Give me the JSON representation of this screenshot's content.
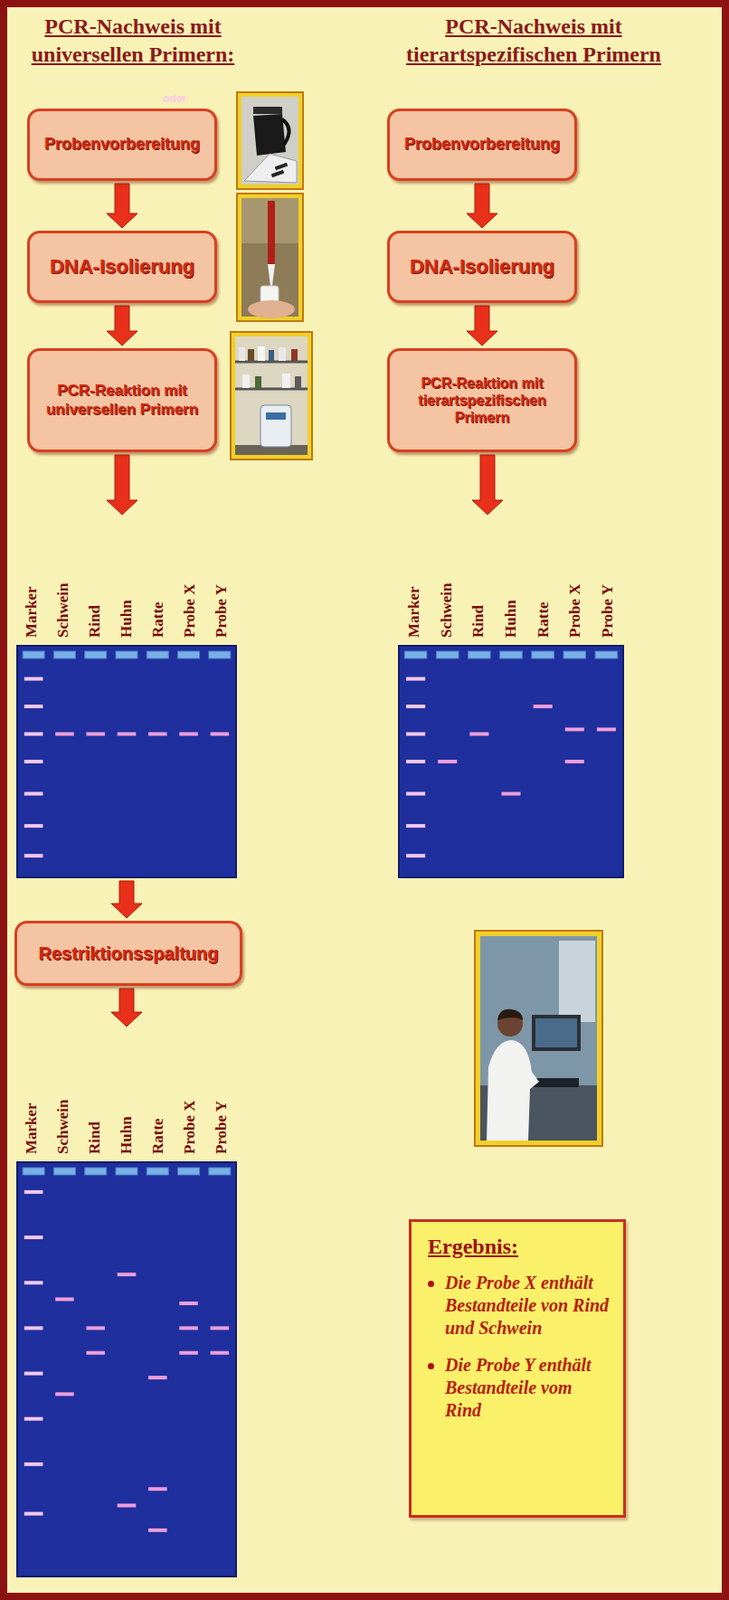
{
  "diagram": {
    "nodes": [
      {
        "text": [
          "Probenvorbereitung"
        ]
      },
      {
        "text": [
          "Probenvorbereitung"
        ]
      },
      {
        "text": [
          "DNA-Isolierung"
        ]
      },
      {
        "text": [
          "DNA-Isolierung"
        ]
      },
      {
        "text": [
          "PCR-Reaktion mit universellen Primern"
        ]
      },
      {
        "text": [
          "PCR-Reaktion mit tierartspezifischen Primern"
        ]
      },
      {
        "text": [
          "Marker",
          "Schwein",
          "Rind",
          "Huhn",
          "Ratte",
          "Probe X",
          "Probe Y"
        ]
      },
      {
        "text": [
          "Marker",
          "Schwein",
          "Rind",
          "Huhn",
          "Ratte",
          "Probe X",
          "Probe Y"
        ]
      },
      {
        "text": [
          "Restriktionsspaltung"
        ]
      },
      {
        "text": [
          "Marker",
          "Schwein",
          "Rind",
          "Huhn",
          "Ratte",
          "Probe X",
          "Probe Y"
        ]
      },
      {
        "text": [
          "Ergebnis:",
          "Die Probe X enthält Bestandteile von Rind und Schwein",
          "Die Probe Y enthält Bestandteile vom Rind"
        ]
      }
    ],
    "edges": [
      {
        "from": 0,
        "to": 2,
        "arrow": "to"
      },
      {
        "from": 2,
        "to": 4,
        "arrow": "to"
      },
      {
        "from": 4,
        "to": 6,
        "arrow": "to"
      },
      {
        "from": 1,
        "to": 3,
        "arrow": "to"
      },
      {
        "from": 3,
        "to": 5,
        "arrow": "to"
      },
      {
        "from": 5,
        "to": 7,
        "arrow": "to"
      },
      {
        "from": 6,
        "to": 8,
        "arrow": "to"
      },
      {
        "from": 8,
        "to": 9,
        "arrow": "to"
      }
    ],
    "labels": [
      "PCR-Nachweis mit universellen Primern:",
      "PCR-Nachweis mit tierartspezifischen Primern",
      "oder"
    ]
  }
}
